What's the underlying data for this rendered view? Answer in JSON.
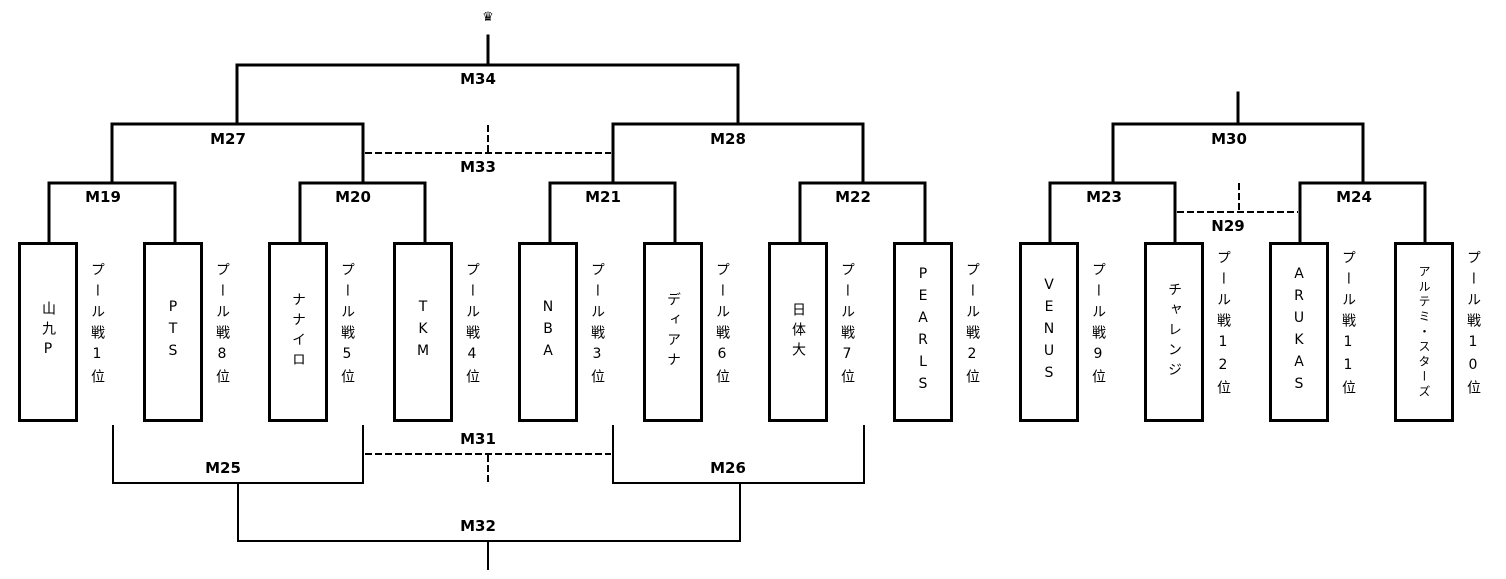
{
  "title_icon": "crown-icon",
  "matches": {
    "m34": "M34",
    "m27": "M27",
    "m28": "M28",
    "m33": "M33",
    "m19": "M19",
    "m20": "M20",
    "m21": "M21",
    "m22": "M22",
    "m30": "M30",
    "m23": "M23",
    "m24": "M24",
    "n29": "N29",
    "m31": "M31",
    "m25": "M25",
    "m26": "M26",
    "m32": "M32"
  },
  "teams": [
    {
      "name": "山九P",
      "rank": "プール戦1位"
    },
    {
      "name": "PTS",
      "rank": "プール戦8位"
    },
    {
      "name": "ナナイロ",
      "rank": "プール戦5位"
    },
    {
      "name": "TKM",
      "rank": "プール戦4位"
    },
    {
      "name": "NBA",
      "rank": "プール戦3位"
    },
    {
      "name": "ディアナ",
      "rank": "プール戦6位"
    },
    {
      "name": "日体大",
      "rank": "プール戦7位"
    },
    {
      "name": "PEARLS",
      "rank": "プール戦2位"
    },
    {
      "name": "VENUS",
      "rank": "プール戦9位"
    },
    {
      "name": "チャレンジ",
      "rank": "プール戦12位"
    },
    {
      "name": "ARUKAS",
      "rank": "プール戦11位"
    },
    {
      "name": "アルテミ・スターズ",
      "rank": "プール戦10位"
    }
  ]
}
